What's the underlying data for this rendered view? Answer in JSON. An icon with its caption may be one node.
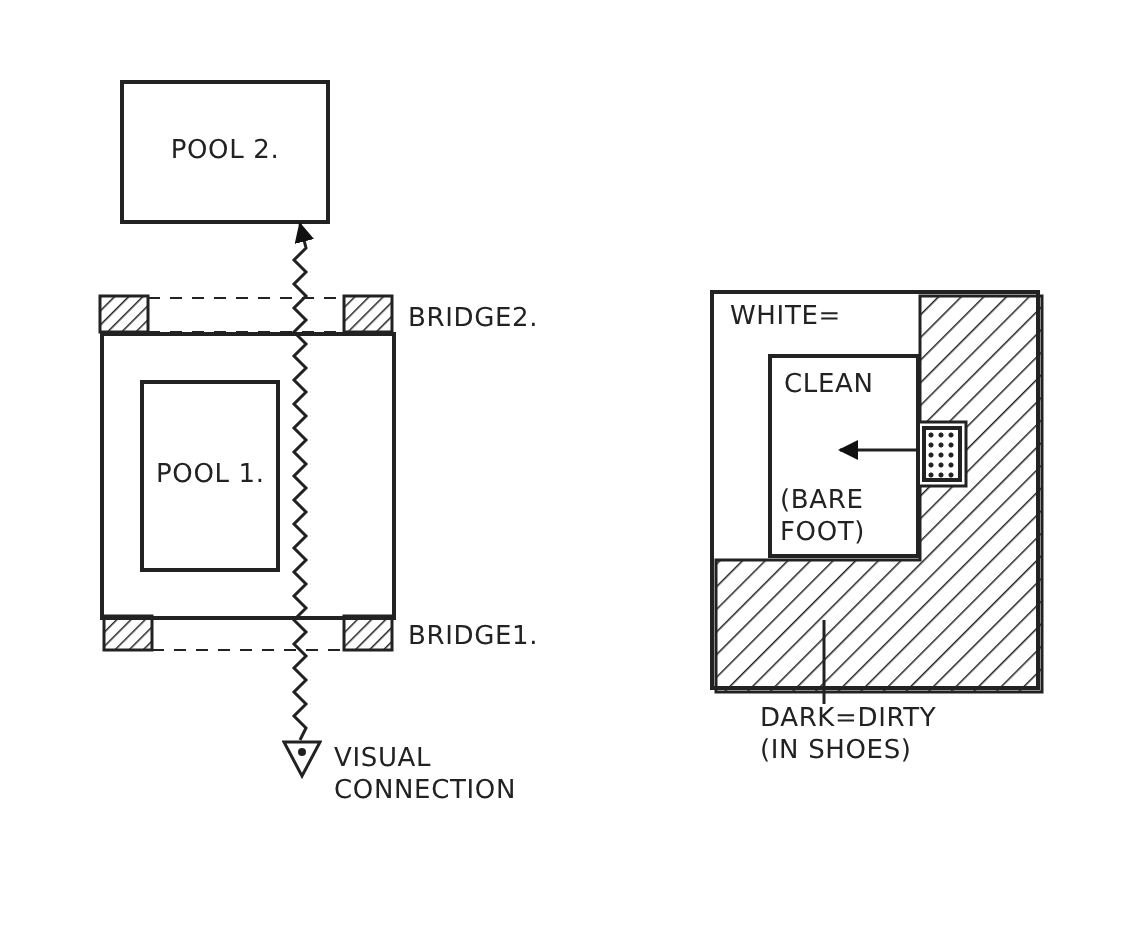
{
  "diagram": {
    "nodes": [
      {
        "text": [
          "POOL 2."
        ]
      },
      {
        "text": [],
        "shape": "box"
      },
      {
        "text": [
          "POOL 1."
        ],
        "in": 1
      },
      {
        "text": [
          "WHITE="
        ]
      },
      {
        "text": [
          "CLEAN",
          "(BARE FOOT)"
        ],
        "in": 3
      },
      {
        "text": [],
        "shape": "box",
        "in": 3
      },
      {
        "text": [],
        "shape": "box",
        "in": 3
      },
      {
        "text": [
          "DARK=DIRTY (IN SHOES)"
        ]
      },
      {
        "text": [
          "VISUAL CONNECTION"
        ]
      }
    ],
    "edges": [
      {
        "from": 8,
        "to": 0,
        "arrow": "to"
      },
      {
        "from": 6,
        "to": 4,
        "arrow": "to"
      },
      {
        "from": 7,
        "to": 5,
        "arrow": "none"
      }
    ],
    "labels": [
      "BRIDGE2.",
      "BRIDGE1."
    ]
  }
}
